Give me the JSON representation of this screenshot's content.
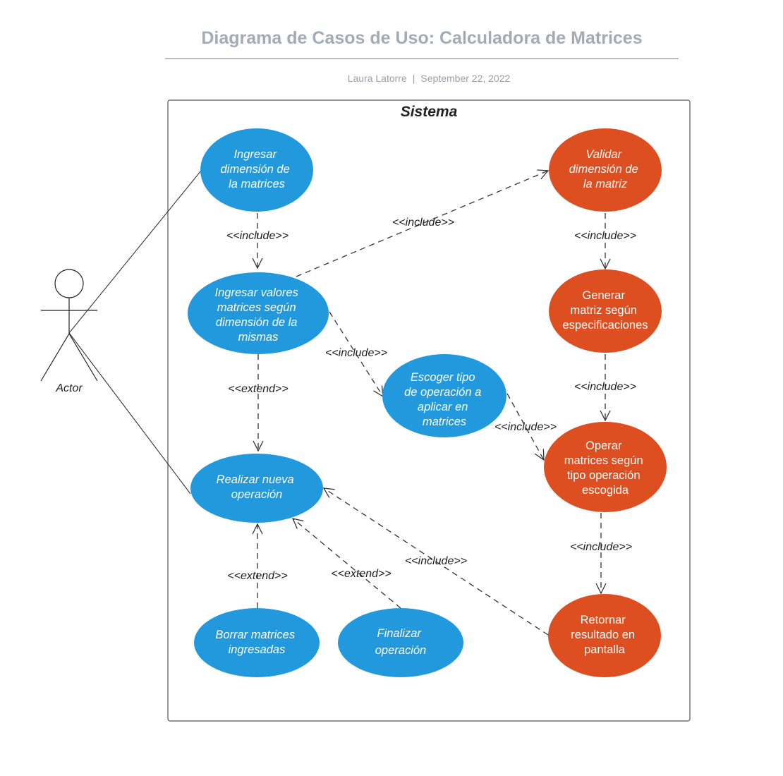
{
  "header": {
    "title": "Diagrama de Casos de Uso: Calculadora de Matrices",
    "author": "Laura Latorre",
    "separator": "|",
    "date": "September 22, 2022"
  },
  "system": {
    "label": "Sistema"
  },
  "actor": {
    "label": "Actor"
  },
  "colors": {
    "blue": "#2299dd",
    "orange": "#dd4e20"
  },
  "use_cases": {
    "uc1": {
      "lines": [
        "Ingresar",
        "dimensión de",
        "la matrices"
      ],
      "italic": true,
      "color": "blue"
    },
    "uc2": {
      "lines": [
        "Ingresar valores",
        "matrices según",
        "dimensión de la",
        "mismas"
      ],
      "italic": true,
      "color": "blue"
    },
    "uc3": {
      "lines": [
        "Realizar nueva",
        "operación"
      ],
      "italic": true,
      "color": "blue"
    },
    "uc4": {
      "lines": [
        "Borrar matrices",
        "ingresadas"
      ],
      "italic": true,
      "color": "blue"
    },
    "uc5": {
      "lines": [
        "Finalizar",
        "operación"
      ],
      "italic": true,
      "color": "blue"
    },
    "uc6": {
      "lines": [
        "Escoger tipo",
        "de operación a",
        "aplicar en",
        "matrices"
      ],
      "italic": true,
      "color": "blue"
    },
    "uc7": {
      "lines": [
        "Validar",
        "dimensión de",
        "la matriz"
      ],
      "italic": true,
      "color": "orange"
    },
    "uc8": {
      "lines": [
        "Generar",
        "matriz según",
        "especificaciones"
      ],
      "italic": false,
      "color": "orange"
    },
    "uc9": {
      "lines": [
        "Operar",
        "matrices según",
        "tipo operación",
        "escogida"
      ],
      "italic": false,
      "color": "orange"
    },
    "uc10": {
      "lines": [
        "Retornar",
        "resultado en",
        "pantalla"
      ],
      "italic": false,
      "color": "orange"
    }
  },
  "relations": {
    "r1": "<<include>>",
    "r2": "<<include>>",
    "r3": "<<include>>",
    "r4": "<<extend>>",
    "r5": "<<include>>",
    "r6": "<<include>>",
    "r7": "<<include>>",
    "r8": "<<include>>",
    "r9": "<<include>>",
    "r10": "<<extend>>",
    "r11": "<<extend>>"
  }
}
